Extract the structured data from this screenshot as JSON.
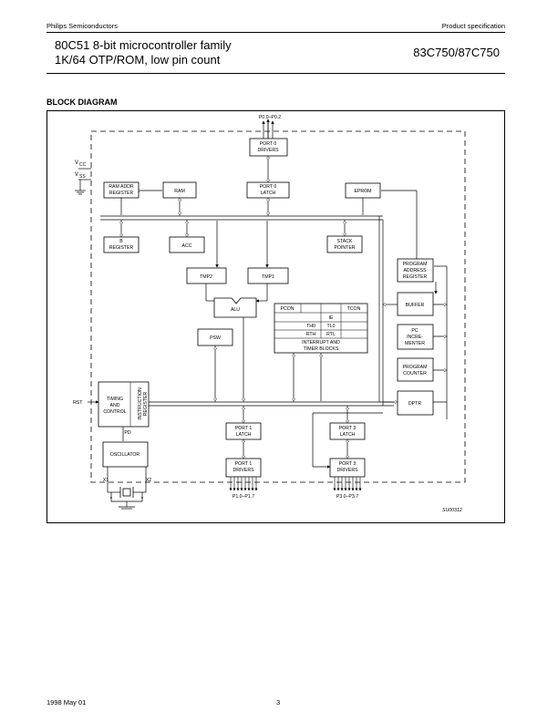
{
  "header": {
    "company": "Philips Semiconductors",
    "doc_type": "Product specification"
  },
  "title": {
    "line1": "80C51 8-bit microcontroller family",
    "line2": "1K/64 OTP/ROM, low pin count",
    "part_number": "83C750/87C750"
  },
  "section_title": "BLOCK DIAGRAM",
  "diagram": {
    "pin_top": "P0.0–P0.2",
    "vcc_main": "V",
    "vcc_sub": "CC",
    "vss_main": "V",
    "vss_sub": "SS",
    "port0_drivers": [
      "PORT 0",
      "DRIVERS"
    ],
    "ram_addr_register": [
      "RAM ADDR",
      "REGISTER"
    ],
    "ram": "RAM",
    "port0_latch": [
      "PORT 0",
      "LATCH"
    ],
    "eprom": "EPROM",
    "b_register": [
      "B",
      "REGISTER"
    ],
    "acc": "ACC",
    "stack_pointer": [
      "STACK",
      "POINTER"
    ],
    "program_address_register": [
      "PROGRAM",
      "ADDRESS",
      "REGISTER"
    ],
    "tmp2": "TMP2",
    "tmp1": "TMP1",
    "alu": "ALU",
    "sfr": {
      "pcon": "PCON",
      "tcon": "TCON",
      "ie": "IE",
      "th0": "TH0",
      "tl0": "TL0",
      "rth": "RTH",
      "rtl": "RTL",
      "caption": [
        "INTERRUPT AND",
        "TIMER BLOCKS"
      ]
    },
    "psw": "PSW",
    "buffer": "BUFFER",
    "pc_incrementer": [
      "PC",
      "INCRE-",
      "MENTER"
    ],
    "program_counter": [
      "PROGRAM",
      "COUNTER"
    ],
    "dptr": "DPTR",
    "rst": "RST",
    "timing_control": [
      "TIMING",
      "AND",
      "CONTROL"
    ],
    "instruction_register": [
      "INSTRUCTION",
      "REGISTER"
    ],
    "pd": "PD",
    "oscillator": "OSCILLATOR",
    "x1": "X1",
    "x2": "X2",
    "port1_latch": [
      "PORT 1",
      "LATCH"
    ],
    "port1_drivers": [
      "PORT 1",
      "DRIVERS"
    ],
    "port1_pins": "P1.0–P1.7",
    "port3_latch": [
      "PORT 3",
      "LATCH"
    ],
    "port3_drivers": [
      "PORT 3",
      "DRIVERS"
    ],
    "port3_pins": "P3.0–P3.7",
    "figure_id": "SU00312"
  },
  "footer": {
    "date": "1998 May 01",
    "page": "3"
  }
}
